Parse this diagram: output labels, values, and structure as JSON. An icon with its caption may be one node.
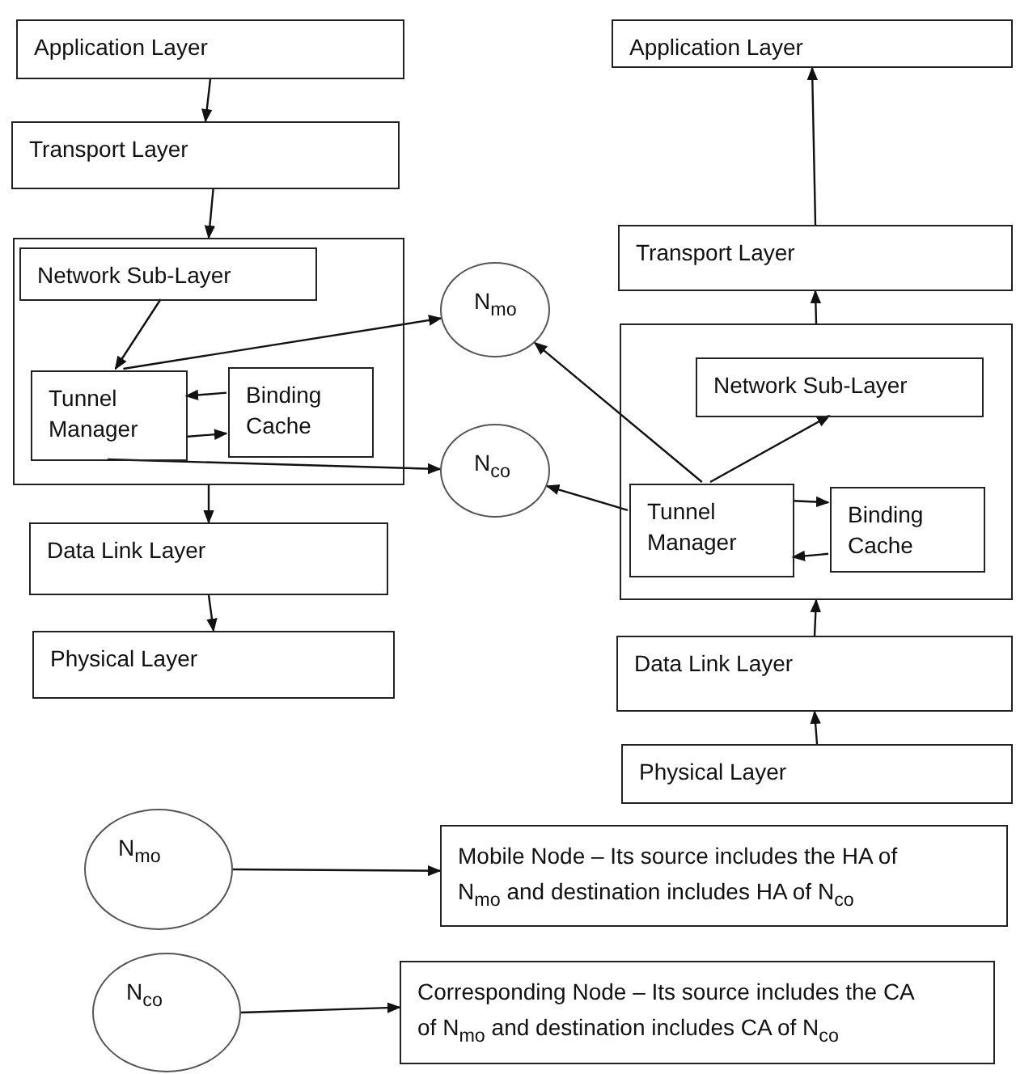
{
  "diagram": {
    "nodes": [
      {
        "text": [
          "Application Layer"
        ]
      },
      {
        "text": [
          "Transport Layer"
        ]
      },
      {
        "text": [],
        "shape": "box"
      },
      {
        "text": [
          "Network Sub-Layer"
        ],
        "in": 2
      },
      {
        "text": [
          "Tunnel Manager"
        ],
        "in": 2
      },
      {
        "text": [
          "Binding Cache"
        ],
        "in": 2
      },
      {
        "text": [
          "N$_{mo}$"
        ]
      },
      {
        "text": [
          "N$_{co}$"
        ]
      },
      {
        "text": [
          "Data Link Layer"
        ]
      },
      {
        "text": [
          "Physical Layer"
        ]
      },
      {
        "text": [
          "Application Layer"
        ]
      },
      {
        "text": [
          "Transport Layer"
        ]
      },
      {
        "text": [],
        "shape": "box"
      },
      {
        "text": [
          "Network Sub-Layer"
        ],
        "in": 12
      },
      {
        "text": [
          "Tunnel Manager"
        ],
        "in": 12
      },
      {
        "text": [
          "Binding Cache"
        ],
        "in": 12
      },
      {
        "text": [
          "Data Link Layer"
        ]
      },
      {
        "text": [
          "Physical Layer"
        ]
      },
      {
        "text": [
          "N$_{mo}$"
        ]
      },
      {
        "text": [
          "Mobile Node – Its source includes the HA of N$_{mo}$ and destination includes HA of N$_{co}$"
        ]
      },
      {
        "text": [
          "N$_{co}$"
        ]
      },
      {
        "text": [
          "Corresponding Node – Its source includes the CA of N$_{mo}$ and destination includes CA of N$_{co}$"
        ]
      }
    ],
    "edges": [
      {
        "from": 0,
        "to": 1,
        "arrow": "to"
      },
      {
        "from": 1,
        "to": 2,
        "arrow": "to"
      },
      {
        "from": 4,
        "to": 6,
        "arrow": "to"
      },
      {
        "from": 3,
        "to": 4,
        "arrow": "to"
      },
      {
        "from": 5,
        "to": 4,
        "arrow": "to"
      },
      {
        "from": 4,
        "to": 5,
        "arrow": "to"
      },
      {
        "from": 4,
        "to": 7,
        "arrow": "to"
      },
      {
        "from": 2,
        "to": 8,
        "arrow": "to"
      },
      {
        "from": 8,
        "to": 9,
        "arrow": "to"
      },
      {
        "from": 11,
        "to": 10,
        "arrow": "to"
      },
      {
        "from": 12,
        "to": 11,
        "arrow": "to"
      },
      {
        "from": 14,
        "to": 13,
        "arrow": "to"
      },
      {
        "from": 14,
        "to": 6,
        "arrow": "to"
      },
      {
        "from": 14,
        "to": 7,
        "arrow": "to"
      },
      {
        "from": 14,
        "to": 15,
        "arrow": "to"
      },
      {
        "from": 15,
        "to": 14,
        "arrow": "to"
      },
      {
        "from": 16,
        "to": 12,
        "arrow": "to"
      },
      {
        "from": 17,
        "to": 16,
        "arrow": "to"
      },
      {
        "from": 18,
        "to": 19,
        "arrow": "to"
      },
      {
        "from": 20,
        "to": 21,
        "arrow": "to"
      }
    ]
  }
}
